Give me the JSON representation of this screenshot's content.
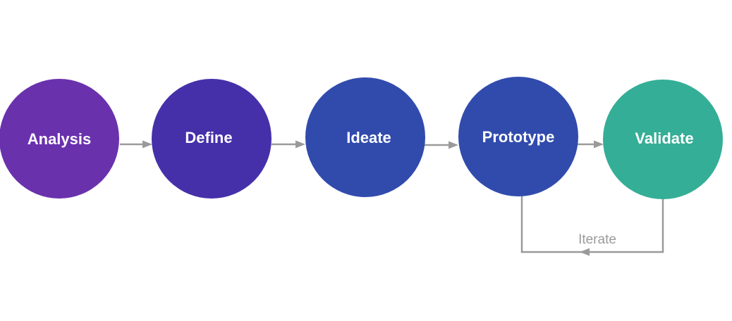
{
  "stages": [
    {
      "label": "Analysis",
      "color": "#6a31ad"
    },
    {
      "label": "Define",
      "color": "#4530aa"
    },
    {
      "label": "Ideate",
      "color": "#314bad"
    },
    {
      "label": "Prototype",
      "color": "#314bad"
    },
    {
      "label": "Validate",
      "color": "#34ae96"
    }
  ],
  "loop": {
    "label": "Iterate"
  },
  "colors": {
    "connector": "#9a9a9a",
    "label_text": "#ffffff"
  }
}
